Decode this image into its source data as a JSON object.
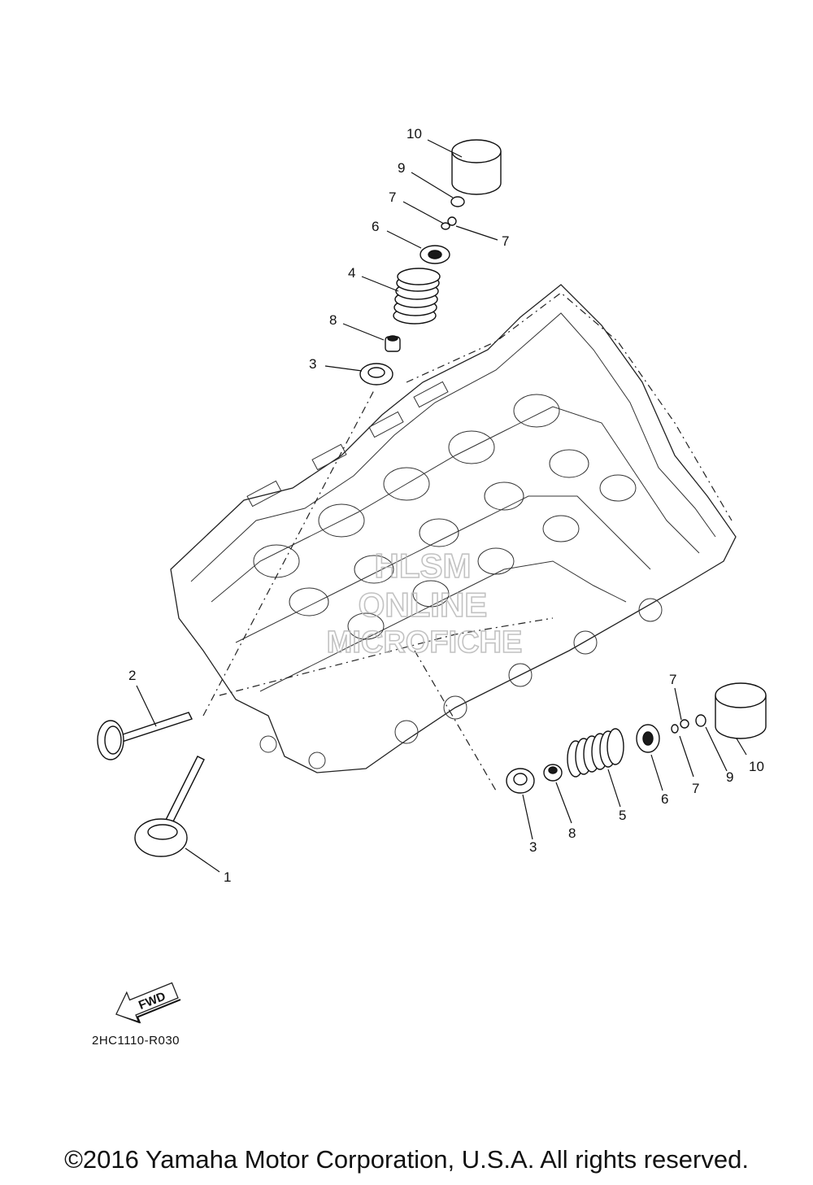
{
  "diagram": {
    "callouts": {
      "top_10": "10",
      "top_9": "9",
      "top_7a": "7",
      "top_7b": "7",
      "top_6": "6",
      "top_4": "4",
      "top_8": "8",
      "top_3": "3",
      "left_2": "2",
      "left_1": "1",
      "right_7a": "7",
      "right_10": "10",
      "right_7b": "7",
      "right_9": "9",
      "right_6": "6",
      "right_5": "5",
      "right_8": "8",
      "right_3": "3"
    },
    "fwd_label": "FWD",
    "part_code": "2HC1110-R030",
    "watermark": [
      "HLSM",
      "ONLINE",
      "MICROFICHE"
    ]
  },
  "copyright": "©2016 Yamaha Motor Corporation, U.S.A. All rights reserved."
}
